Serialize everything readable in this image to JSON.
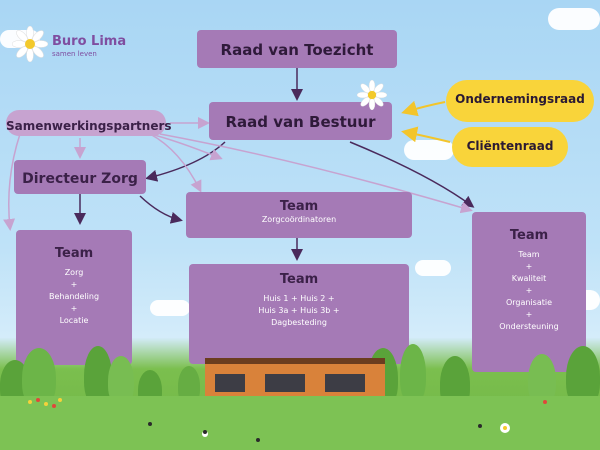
{
  "logo": {
    "name": "Buro Lima",
    "tagline": "samen leven"
  },
  "nodes": {
    "raad_toezicht": "Raad van Toezicht",
    "raad_bestuur": "Raad van Bestuur",
    "samenwerkingspartners": "Samenwerkingspartners",
    "ondernemingsraad": "Ondernemingsraad",
    "clientenraad": "Cliëntenraad",
    "directeur_zorg": "Directeur Zorg"
  },
  "teams": {
    "coordinatoren": {
      "title": "Team",
      "sub": "Zorgcoördinatoren"
    },
    "zorg": {
      "title": "Team",
      "lines": [
        "Zorg",
        "+",
        "Behandeling",
        "+",
        "Locatie"
      ]
    },
    "huizen": {
      "title": "Team",
      "lines": [
        "Huis 1 + Huis 2 +",
        "Huis 3a + Huis 3b +",
        "Dagbesteding"
      ]
    },
    "kwaliteit": {
      "title": "Team",
      "lines": [
        "Team",
        "+",
        "Kwaliteit",
        "+",
        "Organisatie",
        "+",
        "Ondersteuning"
      ]
    }
  },
  "colors": {
    "box": "#a57ab6",
    "box_light": "#c7a3d0",
    "yellow": "#f9d43a",
    "sky": "#a9d6f4",
    "grass": "#6fb444"
  }
}
